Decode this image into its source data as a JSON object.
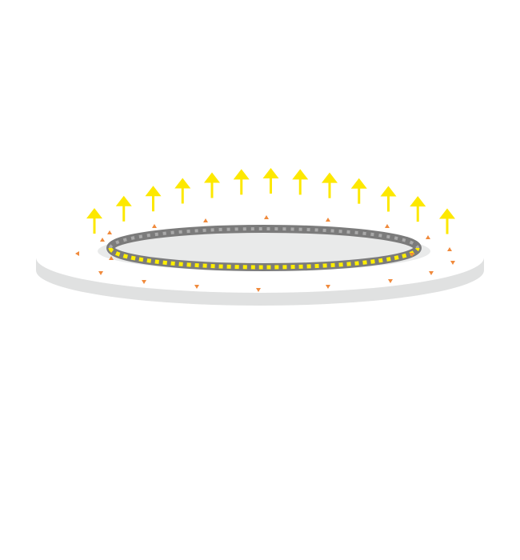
{
  "colors": {
    "background": "#ffffff",
    "disc_side": "#e0e1e1",
    "disc_top": "#ffffff",
    "disc_shadow": "#e9eaea",
    "ring_body": "#7b7b7b",
    "ring_inner_dots": "#a9a9a9",
    "ring_front_dots": "#ffee00",
    "light_arrows": "#fde800",
    "flow_arrows": "#f08a3c"
  },
  "icons": {
    "light_arrow": "arrow-up-icon",
    "flow_arrow": "triangle-icon"
  },
  "diagram": {
    "light_arrow_count": 13,
    "back_flow_arrow_count": 10,
    "front_flow_arrow_count": 10
  }
}
